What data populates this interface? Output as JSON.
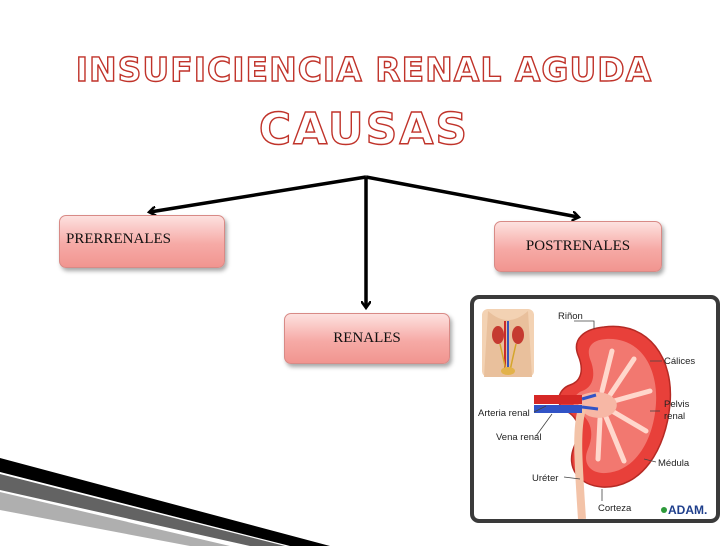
{
  "title_line1": "INSUFICIENCIA RENAL AGUDA",
  "title_line2": "CAUSAS",
  "nodes": {
    "prerrenales": "PRERRENALES",
    "postrenales": "POSTRENALES",
    "renales": "RENALES"
  },
  "kidney_illustration": {
    "labels": {
      "rinon": "Riñon",
      "calices": "Cálices",
      "arteria": "Arteria renal",
      "pelvis_1": "Pelvis",
      "pelvis_2": "renal",
      "vena": "Vena renal",
      "medula": "Médula",
      "ureter": "Uréter",
      "corteza": "Corteza"
    },
    "brand": "ADAM."
  },
  "colors": {
    "title_outline": "#c0332a",
    "box_fill": "#f6aaa6",
    "kidney_cortex": "#e8403a"
  }
}
